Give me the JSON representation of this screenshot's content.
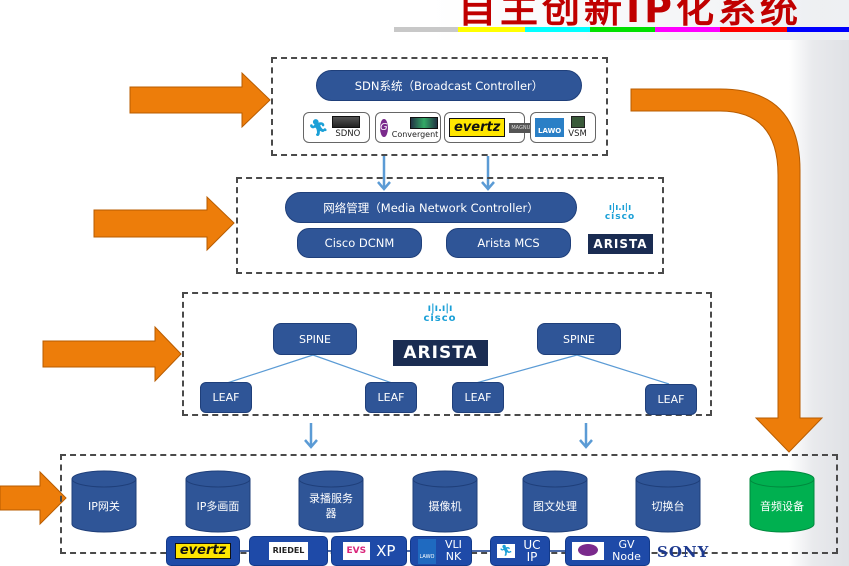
{
  "title": "自主创新IP化系统",
  "color_bar": [
    "#c8c8c8",
    "#ffff00",
    "#00ffff",
    "#00e000",
    "#ff00ff",
    "#ff0000",
    "#0000ff"
  ],
  "layer1": {
    "controller_label": "SDN系统（Broadcast Controller）",
    "vendors": [
      {
        "name": "SDNO",
        "logo": "sobey-runner-icon"
      },
      {
        "name": "Convergent",
        "logo": "grassvalley-icon"
      },
      {
        "name": "evertz",
        "product": "MAGNUM"
      },
      {
        "name": "VSM",
        "logo": "LAWO"
      }
    ]
  },
  "layer2": {
    "controller_label": "网络管理（Media Network Controller）",
    "sub": [
      "Cisco DCNM",
      "Arista MCS"
    ],
    "brands": [
      "cisco",
      "ARISTA"
    ]
  },
  "layer3": {
    "spines": [
      "SPINE",
      "SPINE"
    ],
    "leaves": [
      "LEAF",
      "LEAF",
      "LEAF",
      "LEAF"
    ],
    "brands": [
      "cisco",
      "ARISTA"
    ]
  },
  "layer4": {
    "devices": [
      {
        "label": "IP网关",
        "color": "#2f5597"
      },
      {
        "label": "IP多画面",
        "color": "#2f5597"
      },
      {
        "label": "录播服务器",
        "color": "#2f5597"
      },
      {
        "label": "摄像机",
        "color": "#2f5597"
      },
      {
        "label": "图文处理",
        "color": "#2f5597"
      },
      {
        "label": "切换台",
        "color": "#2f5597"
      },
      {
        "label": "音频设备",
        "color": "#00b050"
      }
    ],
    "vendor_bar": [
      {
        "logo": "evertz"
      },
      {
        "logo": "RIEDEL"
      },
      {
        "logo": "EVS",
        "text": "XP"
      },
      {
        "logo": "LAWO",
        "text": "VLI NK"
      },
      {
        "logo": "sobey-runner-icon",
        "text": "UC IP"
      },
      {
        "logo": "grassvalley-icon",
        "text": "GV Node"
      }
    ],
    "sony": "SONY"
  },
  "colors": {
    "node_blue": "#2f5597",
    "arrow_orange": "#ed7d0a",
    "link_blue": "#5b9bd5",
    "audio_green": "#00b050"
  }
}
